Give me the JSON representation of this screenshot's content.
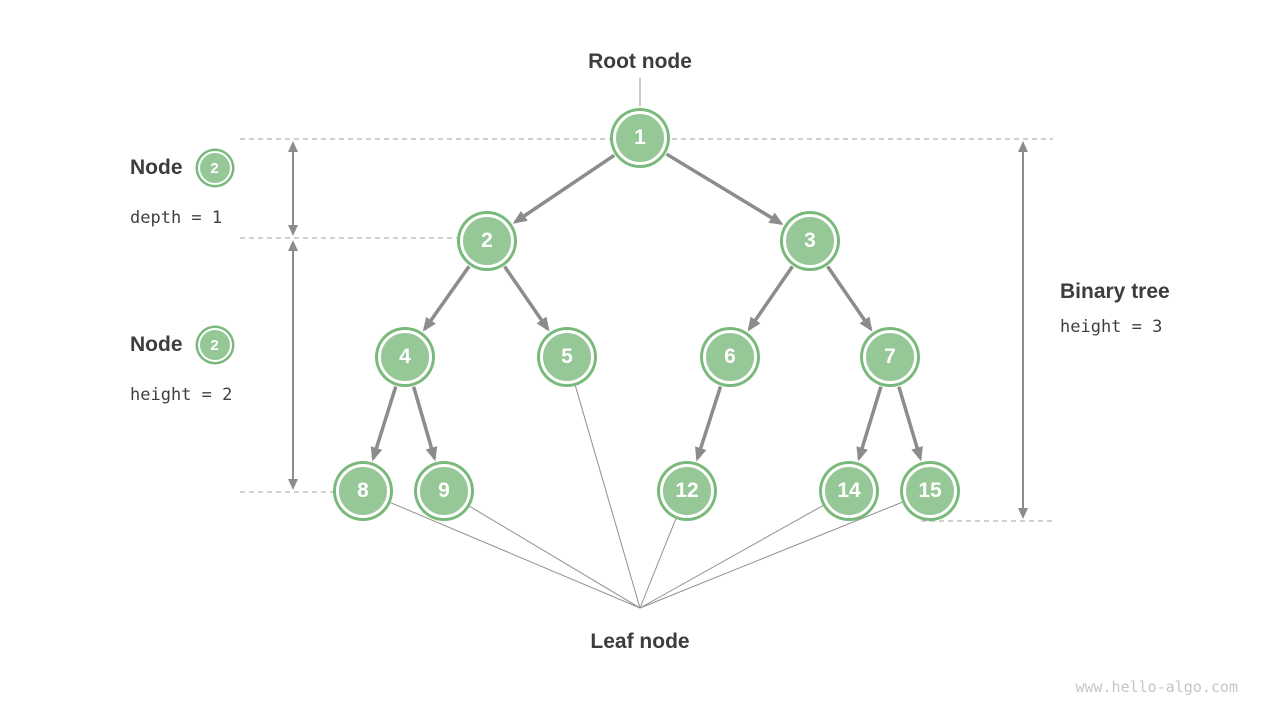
{
  "labels": {
    "root": "Root node",
    "leaf": "Leaf node",
    "watermark": "www.hello-algo.com"
  },
  "annotations": {
    "depth_example": {
      "title": "Node",
      "badge": "2",
      "caption": "depth = 1"
    },
    "height_example": {
      "title": "Node",
      "badge": "2",
      "caption": "height = 2"
    },
    "tree_height": {
      "title": "Binary tree",
      "caption": "height = 3"
    }
  },
  "tree": {
    "nodes": [
      "1",
      "2",
      "3",
      "4",
      "5",
      "6",
      "7",
      "8",
      "9",
      "12",
      "14",
      "15"
    ],
    "edges": [
      [
        "1",
        "2"
      ],
      [
        "1",
        "3"
      ],
      [
        "2",
        "4"
      ],
      [
        "2",
        "5"
      ],
      [
        "3",
        "6"
      ],
      [
        "3",
        "7"
      ],
      [
        "4",
        "8"
      ],
      [
        "4",
        "9"
      ],
      [
        "6",
        "12"
      ],
      [
        "7",
        "14"
      ],
      [
        "7",
        "15"
      ]
    ],
    "leaves": [
      "8",
      "9",
      "5",
      "12",
      "14",
      "15"
    ]
  },
  "colors": {
    "node_fill": "#95c896",
    "node_ring": "#79b97b",
    "edge": "#8c8c8c",
    "dashed": "#b3b3b3",
    "text": "#3d3d3d",
    "watermark": "#c6c6c6"
  }
}
